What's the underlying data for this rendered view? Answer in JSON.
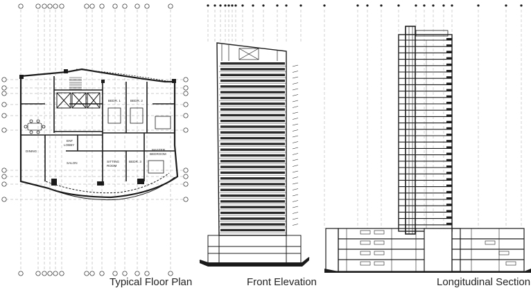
{
  "drawings": [
    {
      "id": "plan",
      "caption": "Typical Floor Plan"
    },
    {
      "id": "elevation",
      "caption": "Front Elevation"
    },
    {
      "id": "section",
      "caption": "Longitudinal Section"
    }
  ],
  "room_labels": {
    "bedr1": "BEDR. 1",
    "bedr2": "BEDR. 2",
    "ent": "ENT",
    "lobby": "LOBBY",
    "dining": "DINING",
    "master1": "MASTER",
    "master2": "BEDROOM",
    "salon": "SALON",
    "sitting1": "SITTING",
    "sitting2": "ROOM",
    "bedr3": "BEDR. 3"
  },
  "colors": {
    "ink": "#1a1a1a",
    "grid": "#9a9a9a",
    "paper": "#ffffff"
  }
}
